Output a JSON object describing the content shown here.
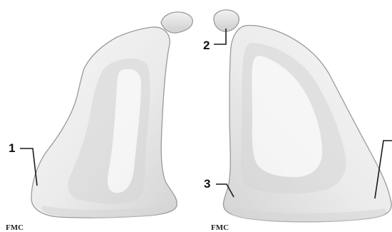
{
  "figure": {
    "callouts": [
      {
        "id": "1",
        "label": "1"
      },
      {
        "id": "2",
        "label": "2"
      },
      {
        "id": "3",
        "label": "3"
      }
    ],
    "credits": {
      "left": "FMC",
      "right": "FMC"
    },
    "colors": {
      "panel_fill": "#ececec",
      "panel_shadow": "#c8c8c8",
      "panel_outline": "#9a9a9a",
      "leader_line": "#1a1a1a",
      "background": "#ffffff"
    }
  }
}
